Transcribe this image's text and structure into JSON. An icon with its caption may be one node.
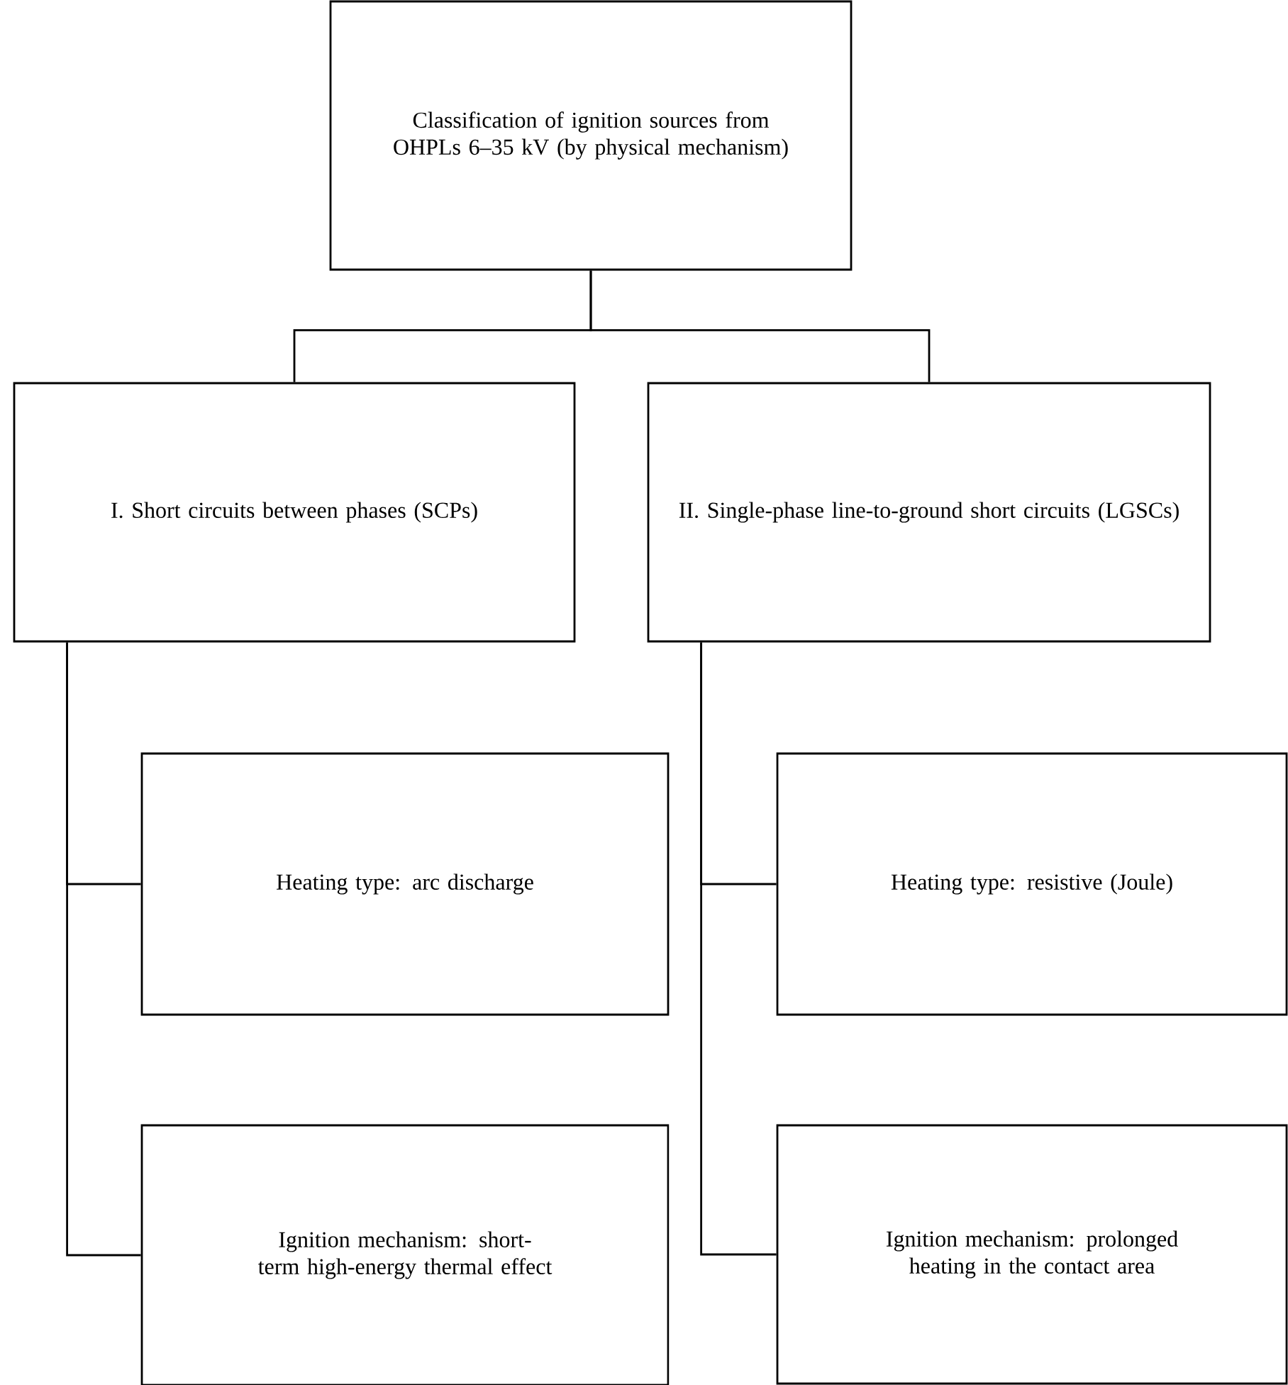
{
  "diagram": {
    "nodes": [
      {
        "text": [
          "Classification of ignition sources from OHPLs 6–35 kV (by physical mechanism)"
        ]
      },
      {
        "text": [
          "I. Short circuits between phases (SCPs)"
        ]
      },
      {
        "text": [
          "II. Single-phase line-to-ground short circuits (LGSCs)"
        ]
      },
      {
        "text": [
          "Heating type: arc discharge"
        ]
      },
      {
        "text": [
          "Ignition mechanism: short-term high-energy thermal effect"
        ]
      },
      {
        "text": [
          "Heating type: resistive (Joule)"
        ]
      },
      {
        "text": [
          "Ignition mechanism: prolonged heating in the contact area"
        ]
      }
    ],
    "edges": [
      {
        "from": 0,
        "to": 1,
        "arrow": "none"
      },
      {
        "from": 0,
        "to": 2,
        "arrow": "none"
      },
      {
        "from": 1,
        "to": 3,
        "arrow": "none"
      },
      {
        "from": 1,
        "to": 4,
        "arrow": "none"
      },
      {
        "from": 2,
        "to": 5,
        "arrow": "none"
      },
      {
        "from": 2,
        "to": 6,
        "arrow": "none"
      }
    ]
  }
}
